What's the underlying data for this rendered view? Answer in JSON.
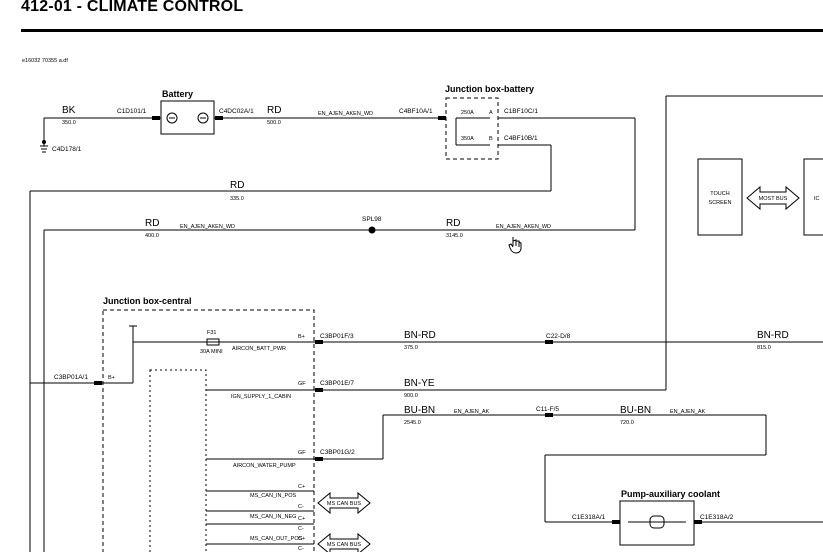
{
  "title": "412-01 - CLIMATE CONTROL",
  "doc_ref": "e16032 70355 a.df",
  "components": {
    "battery": "Battery",
    "jb_battery": "Junction box-battery",
    "jb_central": "Junction box-central",
    "pump": "Pump-auxiliary coolant",
    "touchscreen_line1": "TOUCH",
    "touchscreen_line2": "SCREEN",
    "most_bus": "MOST BUS",
    "ic_partial": "IC",
    "ms_can_bus": "MS CAN BUS"
  },
  "connectors": {
    "c1d101": "C1D101/1",
    "c4dc02": "C4DC02A/1",
    "c4bf10a": "C4BF10A/1",
    "c1bf10c": "C1BF10C/1",
    "c4bf10b": "C4BF10B/1",
    "c4d178": "C4D178/1",
    "spl98": "SPL98",
    "c3bp01a": "C3BP01A/1",
    "c3bp01f": "C3BP01F/3",
    "c3bp01e": "C3BP01E/7",
    "c3bp01g": "C3BP01G/2",
    "c22d": "C22-D/8",
    "c11f": "C11-F/5",
    "c1e318a1": "C1E318A/1",
    "c1e318a2": "C1E318A/2"
  },
  "wires": {
    "bk": "BK",
    "bk_size": "350.0",
    "rd1": "RD",
    "rd1_size": "500.0",
    "rd2": "RD",
    "rd2_size": "335.0",
    "rd3": "RD",
    "rd3_size": "400.0",
    "rd4": "RD",
    "rd4_size": "3145.0",
    "bnrd1": "BN-RD",
    "bnrd1_size": "375.0",
    "bnrd2": "BN-RD",
    "bnrd2_size": "815.0",
    "bnye": "BN-YE",
    "bnye_size": "900.0",
    "buBn1": "BU-BN",
    "buBn1_size": "2545.0",
    "buBn2": "BU-BN",
    "buBn2_size": "720.0",
    "en1": "EN_AJEN_AKEN_WD",
    "en2": "EN_AJEN_AKEN_WD",
    "en3": "EN_AJEN_AKEN_WD",
    "en4": "EN_AJEN_AK",
    "en5": "EN_AJEN_AK"
  },
  "fuses": {
    "f250a": "250A",
    "f350a": "350A",
    "pin_a": "A",
    "pin_b": "B",
    "f31": "F31",
    "f31_rating": "30A MINI"
  },
  "pins": {
    "bplus1": "B+",
    "bplus2": "B+",
    "gf1": "GF",
    "gf2": "GF",
    "cplus1": "C+",
    "cminus1": "C-",
    "cplus2": "C+",
    "cminus2": "C-",
    "cplus3": "C+",
    "cminus3": "C-",
    "cplus4": "C+"
  },
  "signals": {
    "aircon_batt": "AIRCON_BATT_PWR",
    "ign_supply": "IGN_SUPPLY_1_CABIN",
    "aircon_pump": "AIRCON_WATER_PUMP",
    "ms_in_pos": "MS_CAN_IN_POS",
    "ms_in_neg": "MS_CAN_IN_NEG",
    "ms_out_pos": "MS_CAN_OUT_POS"
  }
}
